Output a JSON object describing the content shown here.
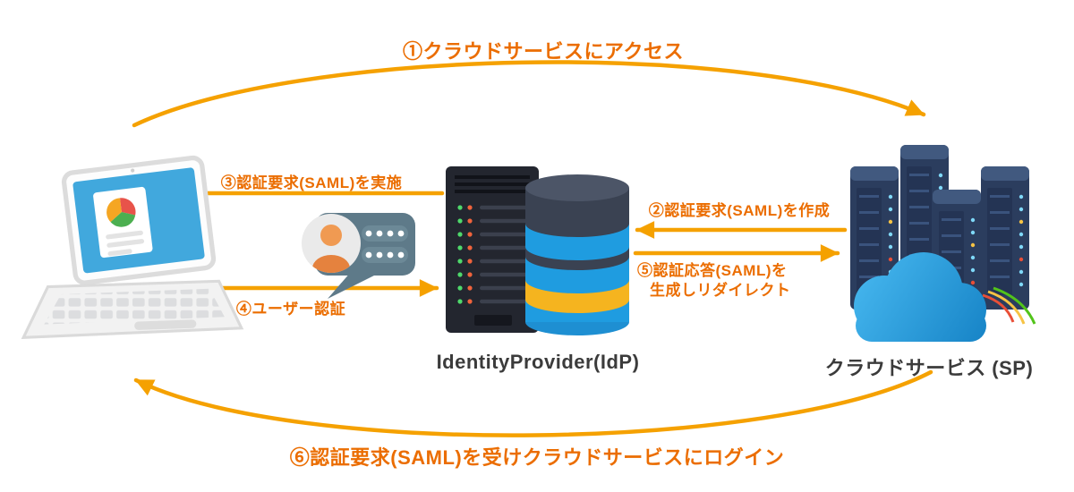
{
  "diagram": {
    "title_meaning": "SAML authentication flow between user PC, Identity Provider and cloud service",
    "steps": {
      "step1": "①クラウドサービスにアクセス",
      "step2": "②認証要求(SAML)を作成",
      "step3": "③認証要求(SAML)を実施",
      "step4": "④ユーザー認証",
      "step5_line1": "⑤認証応答(SAML)を",
      "step5_line2": "生成しリダイレクト",
      "step6": "⑥認証要求(SAML)を受けクラウドサービスにログイン"
    },
    "nodes": {
      "idp_label": "IdentityProvider(IdP)",
      "sp_label": "クラウドサービス (SP)"
    },
    "icons": {
      "client": "laptop-icon",
      "credentials": "user-credentials-bubble-icon",
      "idp": "server-database-icon",
      "sp": "server-cluster-cloud-icon"
    },
    "colors": {
      "arrow": "#F5A100",
      "step_label": "#EB6D00",
      "node_label": "#3B3B3B",
      "db_blue": "#1F9CE0",
      "db_yellow": "#F5B41F",
      "cloud_blue": "#2AA7E6"
    }
  }
}
